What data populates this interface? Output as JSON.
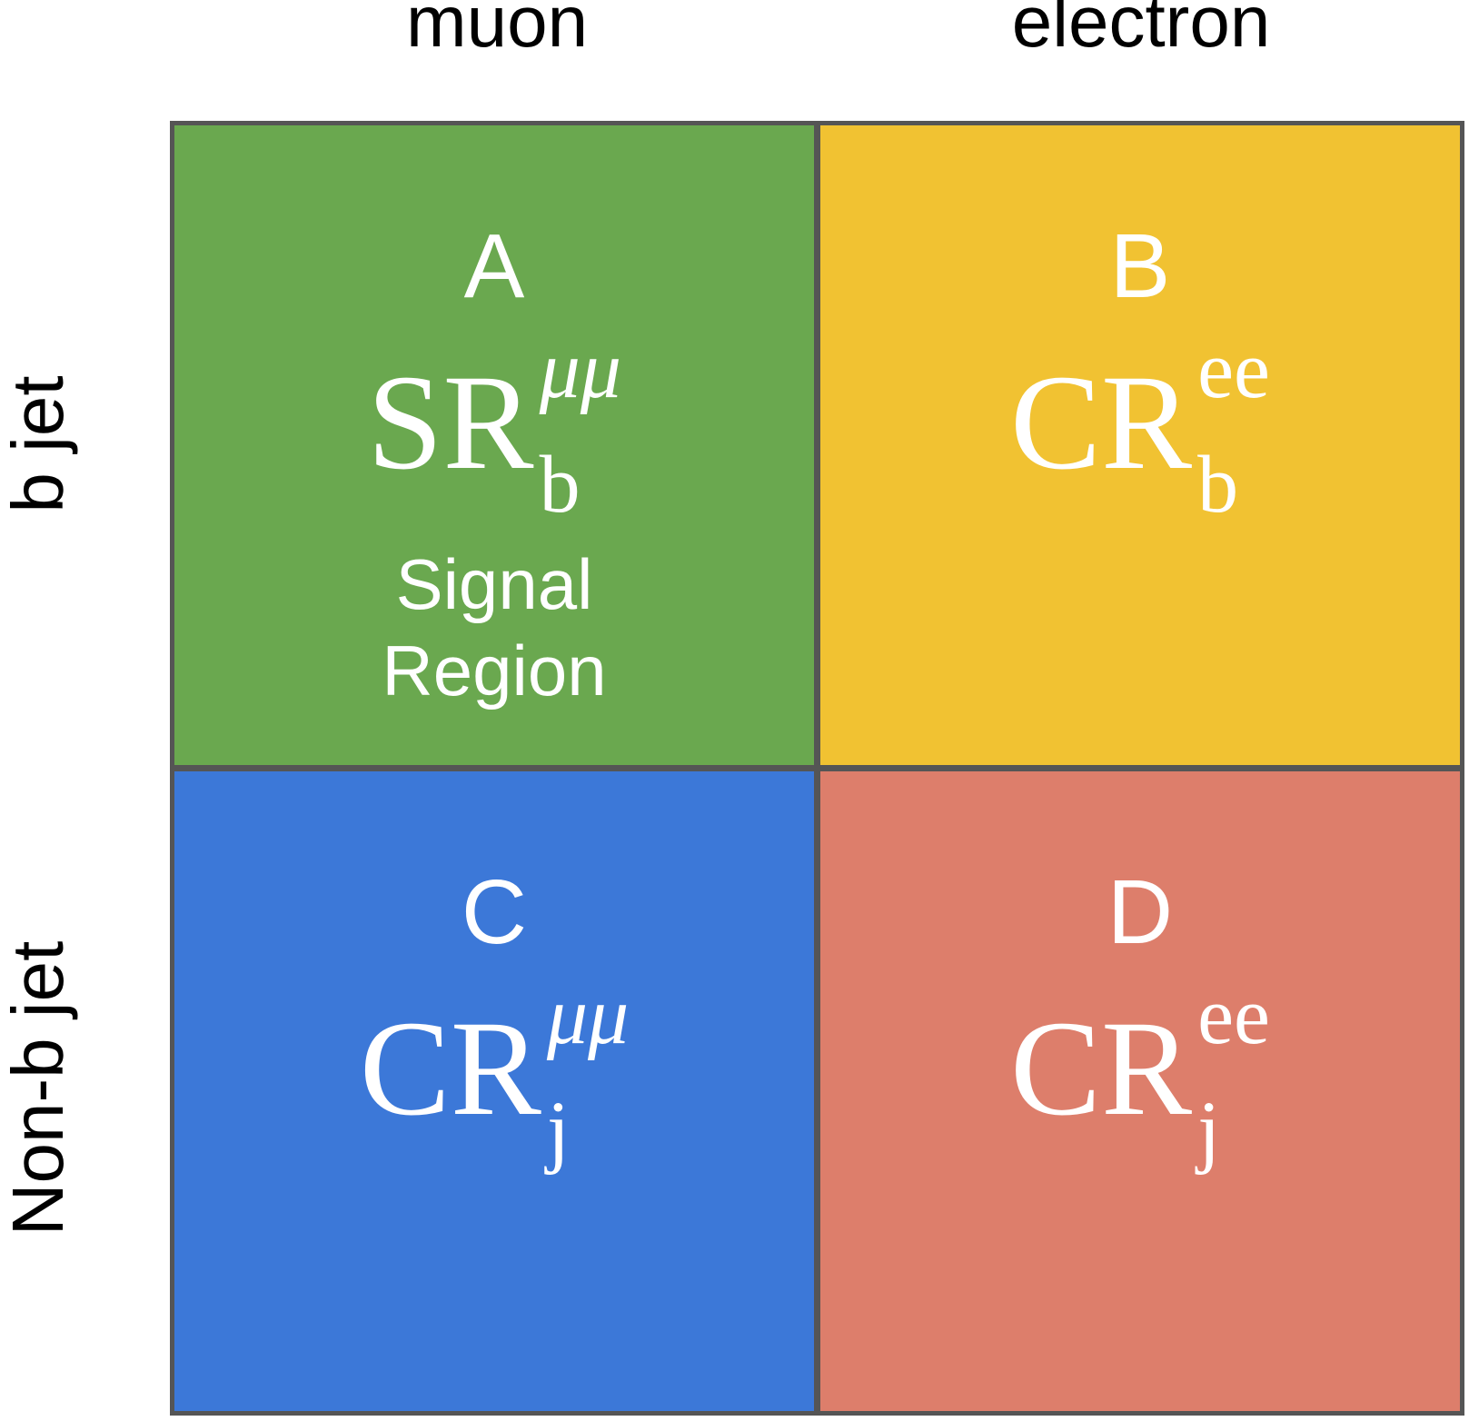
{
  "columns": [
    {
      "label": "muon"
    },
    {
      "label": "electron"
    }
  ],
  "rows": [
    {
      "label": "b jet"
    },
    {
      "label": "Non-b jet"
    }
  ],
  "quadrants": [
    {
      "letter": "A",
      "formula_base": "SR",
      "formula_sup": "μμ",
      "formula_sub": "b",
      "note_line1": "Signal",
      "note_line2": "Region",
      "color": "#6aa84f"
    },
    {
      "letter": "B",
      "formula_base": "CR",
      "formula_sup": "ee",
      "formula_sub": "b",
      "color": "#f1c232"
    },
    {
      "letter": "C",
      "formula_base": "CR",
      "formula_sup": "μμ",
      "formula_sub": "j",
      "color": "#3c78d8"
    },
    {
      "letter": "D",
      "formula_base": "CR",
      "formula_sup": "ee",
      "formula_sub": "j",
      "color": "#dd7e6b"
    }
  ],
  "colors": {
    "grid_line": "#555555",
    "label_text": "#000000",
    "quadrant_text": "#ffffff"
  }
}
